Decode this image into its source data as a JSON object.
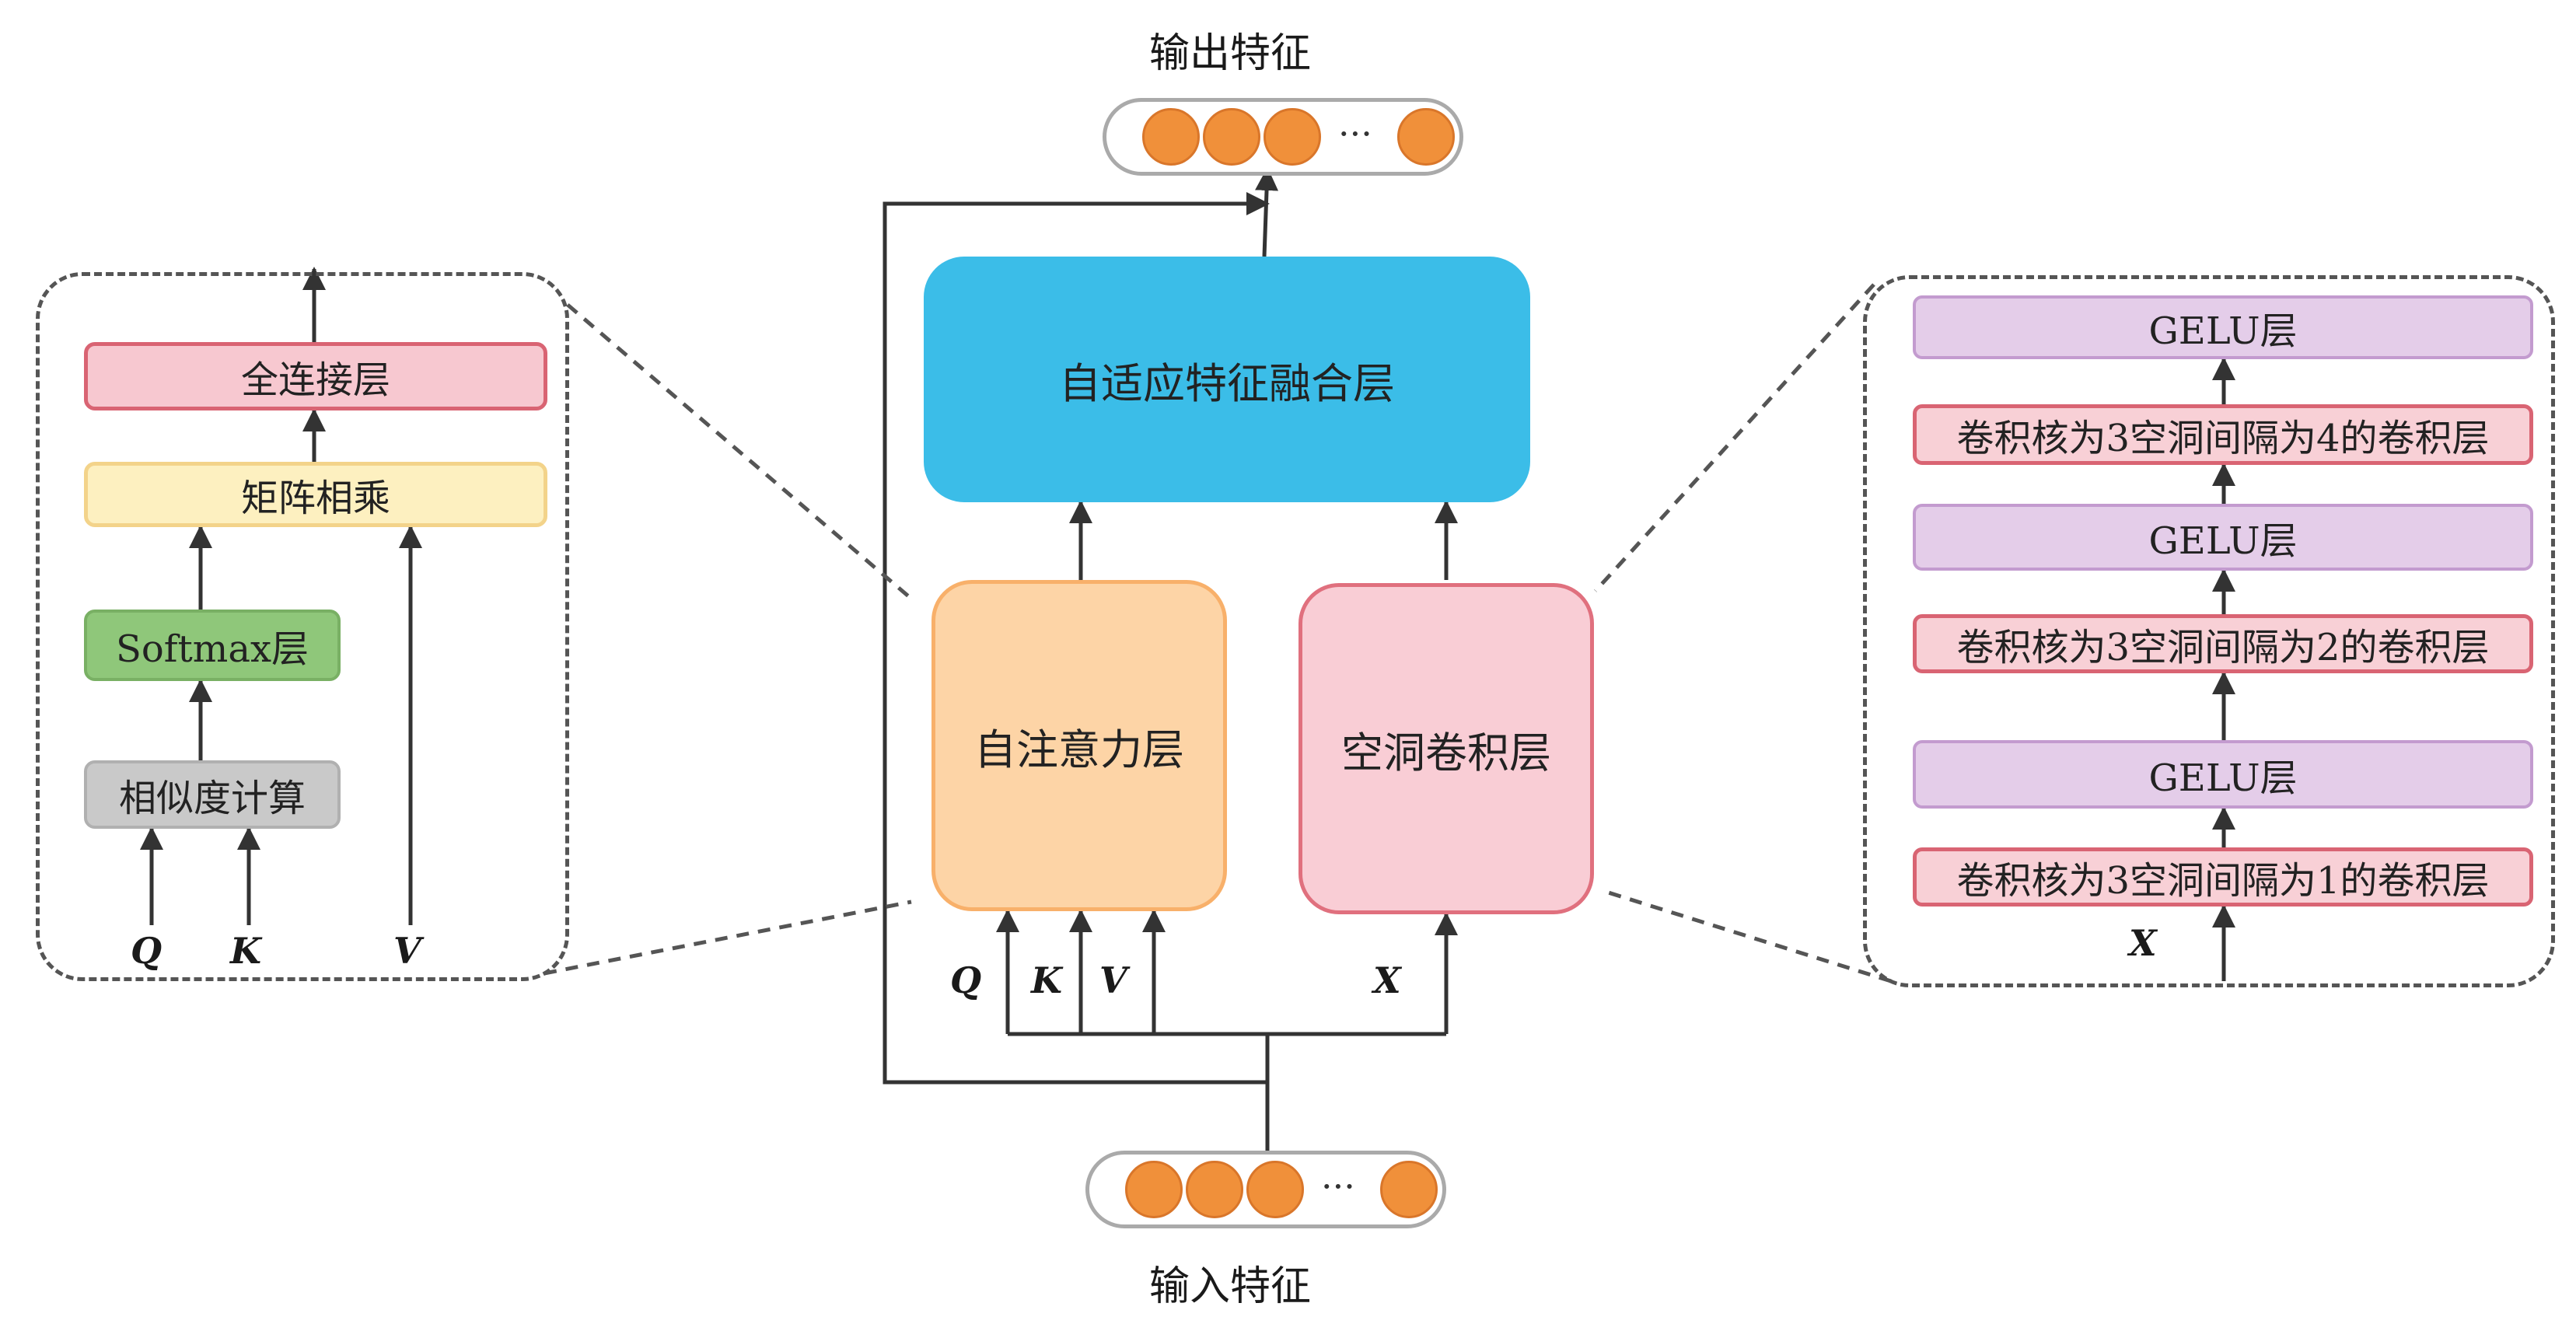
{
  "output_label": "输出特征",
  "input_label": "输入特征",
  "ellipsis": "···",
  "center": {
    "fusion": "自适应特征融合层",
    "attention": "自注意力层",
    "dilated": "空洞卷积层",
    "q": "Q",
    "k": "K",
    "v": "V",
    "x": "X"
  },
  "left": {
    "fc": "全连接层",
    "matmul": "矩阵相乘",
    "softmax": "Softmax层",
    "similarity": "相似度计算",
    "q": "Q",
    "k": "K",
    "v": "V"
  },
  "right": {
    "gelu_top": "GELU层",
    "conv4": "卷积核为3空洞间隔为4的卷积层",
    "gelu_mid": "GELU层",
    "conv2": "卷积核为3空洞间隔为2的卷积层",
    "gelu_bot": "GELU层",
    "conv1": "卷积核为3空洞间隔为1的卷积层",
    "x": "X"
  },
  "colors": {
    "fusion": "#3bbde8",
    "attention": "#fdd4a6",
    "dilated": "#f9cdd5",
    "fc": "#f7c8d0",
    "matmul": "#fdf0c0",
    "softmax": "#8fc77a",
    "similarity": "#c9c9c9",
    "gelu": "#e4cde9",
    "conv": "#f8d0d6",
    "node": "#f0903a"
  }
}
